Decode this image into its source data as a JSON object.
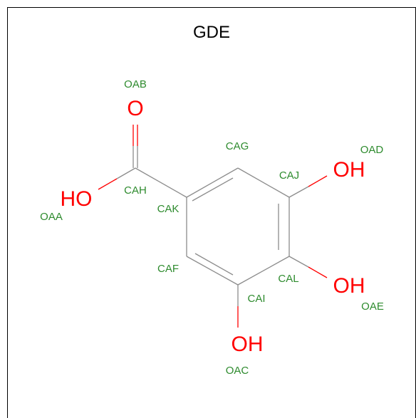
{
  "molecule": {
    "title": "GDE",
    "heteroatom_labels": {
      "o_carbonyl": "O",
      "hydroxyl_acid": "HO",
      "hydroxyl_cj": "OH",
      "hydroxyl_cl": "OH",
      "hydroxyl_ci": "OH"
    },
    "atom_names": {
      "oab": "OAB",
      "oaa": "OAA",
      "oad": "OAD",
      "oae": "OAE",
      "oac": "OAC",
      "cag": "CAG",
      "caj": "CAJ",
      "cah": "CAH",
      "cak": "CAK",
      "caf": "CAF",
      "cal": "CAL",
      "cai": "CAI"
    }
  },
  "colors": {
    "bond": "#8c8c8c",
    "oxygen": "#ff0000",
    "atom_name": "#2e8b2e"
  }
}
